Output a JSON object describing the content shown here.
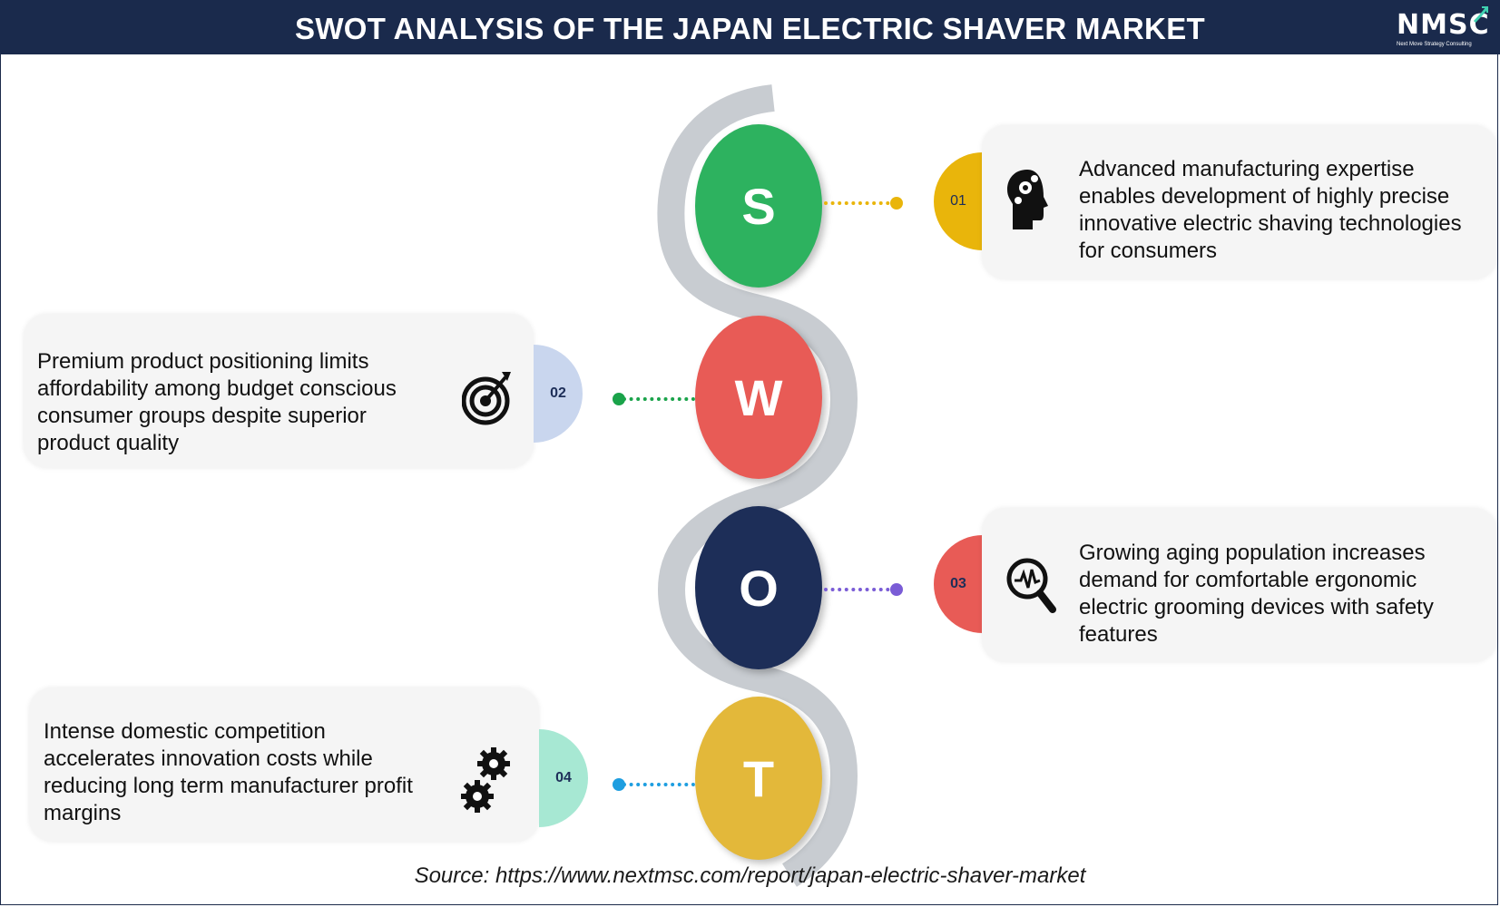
{
  "header": {
    "title": "SWOT ANALYSIS OF THE JAPAN ELECTRIC SHAVER MARKET",
    "logo_mark": "NMSC",
    "logo_tagline": "Next Move Strategy Consulting"
  },
  "letters": {
    "s": "S",
    "w": "W",
    "o": "O",
    "t": "T"
  },
  "items": [
    {
      "number": "01",
      "text": "Advanced manufacturing expertise enables development of highly precise innovative electric shaving technologies for consumers",
      "icon": "head-gears-icon",
      "accent": "#e9b50b"
    },
    {
      "number": "02",
      "text": "Premium product positioning limits affordability among budget conscious consumer groups despite superior product quality",
      "icon": "target-icon",
      "accent": "#c9d6ee"
    },
    {
      "number": "03",
      "text": "Growing aging population increases demand for comfortable ergonomic electric grooming devices with safety features",
      "icon": "magnifier-pulse-icon",
      "accent": "#e85b56"
    },
    {
      "number": "04",
      "text": "Intense domestic competition accelerates innovation costs while reducing long term manufacturer profit margins",
      "icon": "gears-icon",
      "accent": "#a7e8d3"
    }
  ],
  "colors": {
    "header_bg": "#1a2a4c",
    "strength": "#2db25f",
    "weakness": "#e85b56",
    "opportunity": "#1d2e58",
    "threat": "#e3b83a",
    "connector_s": "#e9b50b",
    "connector_w": "#1aa34a",
    "connector_o": "#7a5cd6",
    "connector_t": "#1e9ee0"
  },
  "source": "Source: https://www.nextmsc.com/report/japan-electric-shaver-market"
}
